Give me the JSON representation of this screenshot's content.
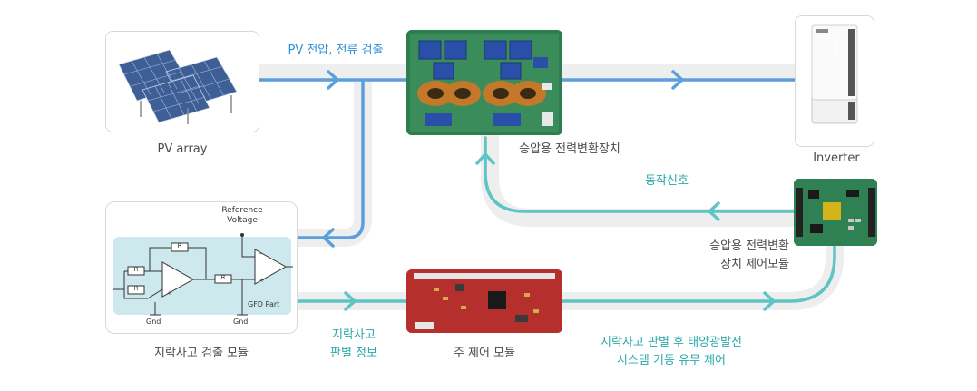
{
  "nodes": {
    "pv_array": {
      "label": "PV array"
    },
    "converter": {
      "label": "승압용 전력변환장치"
    },
    "inverter": {
      "label": "Inverter",
      "device_text": "Inverter"
    },
    "converter_control": {
      "label": "승압용 전력변환\n장치 제어모듈"
    },
    "fault_detection": {
      "label": "지락사고 검출 모듈",
      "schematic": {
        "reference": "Reference\nVoltage",
        "resistor": "R",
        "gnd": "Gnd",
        "gfd_part": "GFD Part"
      }
    },
    "main_control": {
      "label": "주 제어 모듈"
    }
  },
  "edges": {
    "pv_detect": "PV 전압, 전류 검출",
    "operation_signal": "동작신호",
    "fault_info": "지락사고\n판별 정보",
    "system_control": "지락사고 판별 후 태양광발전\n시스템 기동 유무 제어"
  },
  "colors": {
    "flow_blue": "#5b9fdc",
    "flow_teal": "#5fc4c4",
    "track_gray": "#eeeeee",
    "label_blue": "#2f8fd8",
    "label_teal": "#2aa9a9",
    "pcb_green": "#2e7d4f",
    "pcb_red": "#b5302c",
    "schematic_bg": "#cde9ee"
  }
}
